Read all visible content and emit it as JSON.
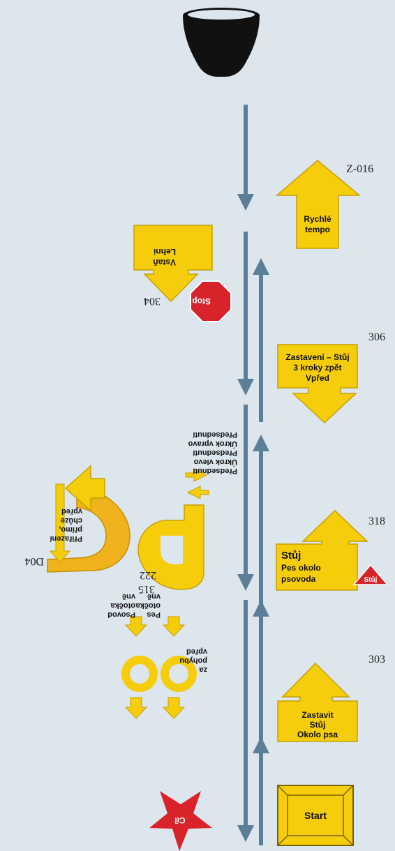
{
  "colors": {
    "background": "#dde5ed",
    "sign_fill": "#f6cd0a",
    "sign_stroke": "#c7a000",
    "lane": "#5b7f96",
    "stop_red": "#d9232b",
    "bowl": "#111111"
  },
  "signs": {
    "start": {
      "label": "Start"
    },
    "s303": {
      "number": "303",
      "lines": [
        "Zastavit",
        "Stůj",
        "Okolo psa"
      ]
    },
    "s315": {
      "number": "315",
      "left_lines": [
        "Pes",
        "otočka",
        "vně"
      ],
      "right_lines": [
        "Psovod",
        "otočka",
        "vně"
      ],
      "top_lines": [
        "za",
        "pohybu",
        "vpřed"
      ]
    },
    "s318": {
      "number": "318",
      "title": "Stůj",
      "lines": [
        "Pes okolo",
        "psovoda"
      ],
      "badge": "Stůj"
    },
    "s222": {
      "number": "222",
      "lines": [
        "Předsednutí",
        "Úkrok vlevo",
        "Předsednutí",
        "Úkrok vpravo",
        "Předsednutí"
      ]
    },
    "d04": {
      "number": "D04",
      "lines": [
        "Přiřazení",
        "přímo,",
        "chůze",
        "vpřed"
      ]
    },
    "s306": {
      "number": "306",
      "lines": [
        "Zastavení – Stůj",
        "3 kroky zpět",
        "Vpřed"
      ]
    },
    "s304": {
      "number": "304",
      "lines": [
        "Vstaň",
        "Lehni"
      ],
      "stop": "Stop"
    },
    "z016": {
      "number": "Z-016",
      "lines": [
        "Rychlé",
        "tempo"
      ]
    },
    "finish": {
      "label": "Cíl"
    }
  }
}
